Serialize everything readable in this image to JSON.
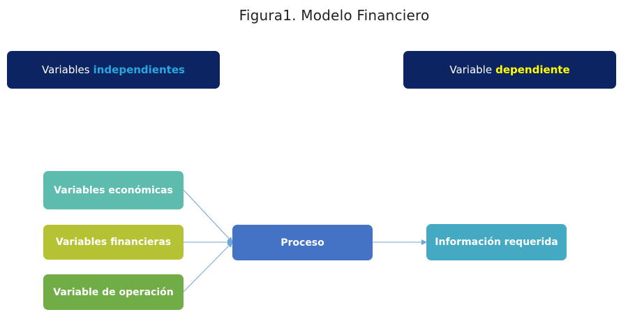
{
  "title": "Figura1. Modelo Financiero",
  "headers": {
    "independent": {
      "prefix": "Variables",
      "highlight": "independientes",
      "highlight_color": "#29a8e0"
    },
    "dependent": {
      "prefix": "Variable",
      "highlight": "dependiente",
      "highlight_color": "#ffff00"
    },
    "box_color": "#0c2461"
  },
  "nodes": {
    "economic": {
      "label": "Variables económicas",
      "color": "#5dbcae"
    },
    "financial": {
      "label": "Variables financieras",
      "color": "#b5c234"
    },
    "operation": {
      "label": "Variable de operación",
      "color": "#71ad47"
    },
    "process": {
      "label": "Proceso",
      "color": "#4472c4"
    },
    "output": {
      "label": "Información requerida",
      "color": "#44a9c2"
    }
  },
  "connector_color": "#6fa4d8"
}
